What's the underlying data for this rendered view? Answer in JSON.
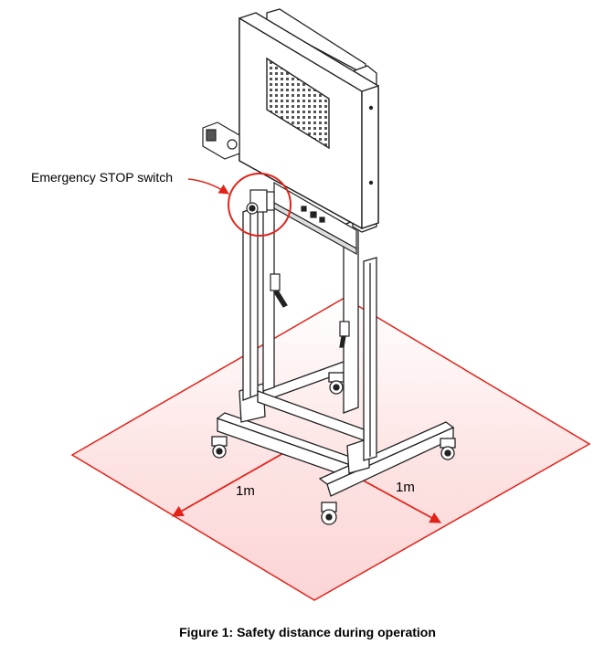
{
  "diagram": {
    "callout_label": "Emergency STOP switch",
    "dimension_left": "1m",
    "dimension_right": "1m",
    "caption": "Figure 1: Safety distance during operation",
    "colors": {
      "zone_fill": "#fde3e3",
      "zone_stroke": "#e2231a",
      "line": "#222222",
      "frame_fill": "#ffffff"
    },
    "icons": {
      "callout_arrow": "arrow-icon",
      "highlight_circle": "circle-highlight"
    }
  }
}
